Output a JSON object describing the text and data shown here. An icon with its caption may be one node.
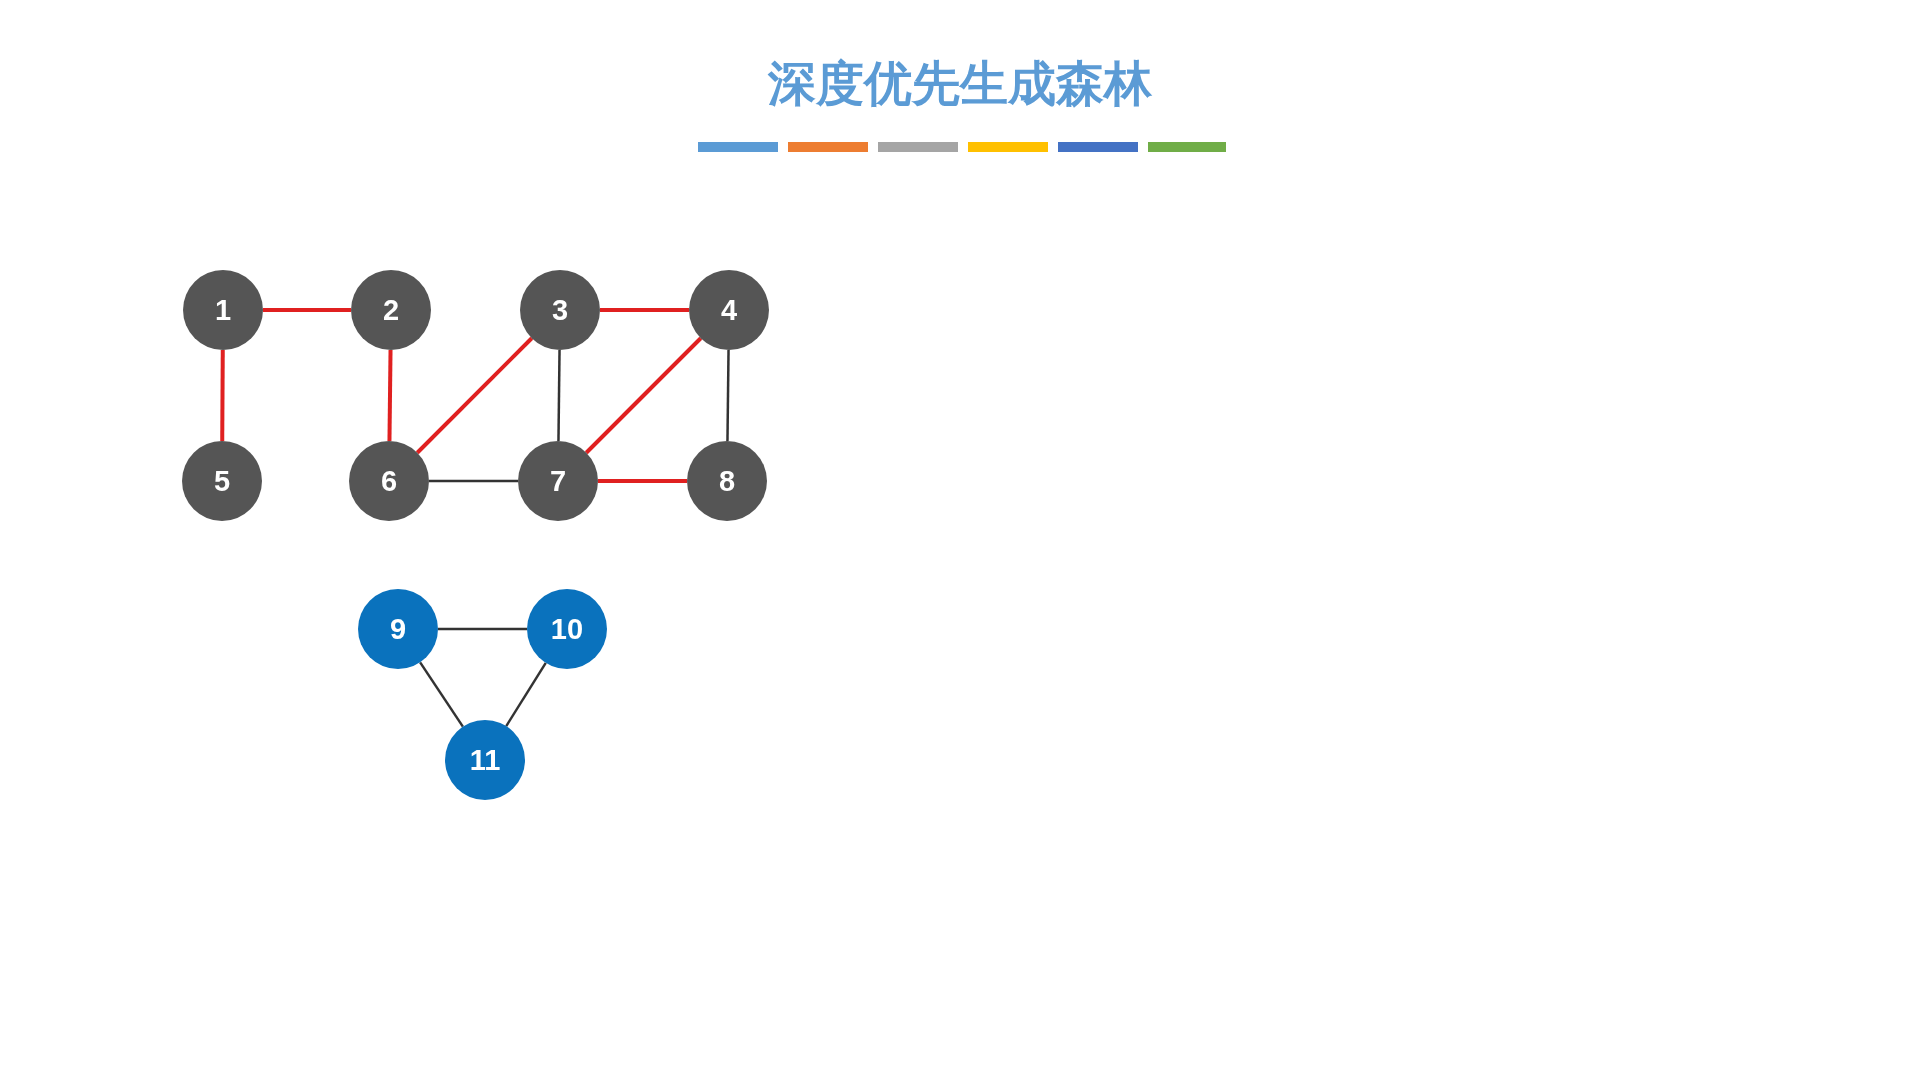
{
  "diagram": {
    "title": "深度优先生成森林",
    "nodes": [
      {
        "text": [
          "1"
        ]
      },
      {
        "text": [
          "2"
        ]
      },
      {
        "text": [
          "3"
        ]
      },
      {
        "text": [
          "4"
        ]
      },
      {
        "text": [
          "5"
        ]
      },
      {
        "text": [
          "6"
        ]
      },
      {
        "text": [
          "7"
        ]
      },
      {
        "text": [
          "8"
        ]
      },
      {
        "text": [
          "9"
        ]
      },
      {
        "text": [
          "10"
        ]
      },
      {
        "text": [
          "11"
        ]
      }
    ],
    "edges": [
      {
        "from": 0,
        "to": 1,
        "arrow": "none"
      },
      {
        "from": 0,
        "to": 4,
        "arrow": "none"
      },
      {
        "from": 1,
        "to": 5,
        "arrow": "none"
      },
      {
        "from": 5,
        "to": 2,
        "arrow": "none"
      },
      {
        "from": 2,
        "to": 3,
        "arrow": "none"
      },
      {
        "from": 3,
        "to": 6,
        "arrow": "none"
      },
      {
        "from": 6,
        "to": 7,
        "arrow": "none"
      },
      {
        "from": 2,
        "to": 6,
        "arrow": "none",
        "color": "#333333"
      },
      {
        "from": 3,
        "to": 7,
        "arrow": "none",
        "color": "#333333"
      },
      {
        "from": 5,
        "to": 6,
        "arrow": "none",
        "color": "#333333"
      },
      {
        "from": 8,
        "to": 9,
        "arrow": "none",
        "color": "#333333"
      },
      {
        "from": 8,
        "to": 10,
        "arrow": "none",
        "color": "#333333"
      },
      {
        "from": 9,
        "to": 10,
        "arrow": "none",
        "color": "#333333"
      }
    ]
  }
}
